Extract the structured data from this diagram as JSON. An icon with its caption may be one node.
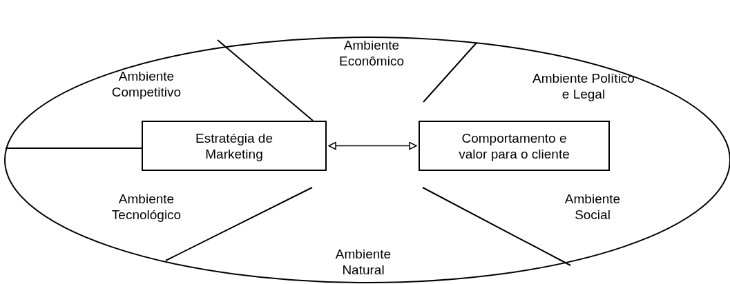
{
  "diagram": {
    "nodes": [
      {
        "text": [
          "Ambiente Econômico",
          "Ambiente Competitivo",
          "Ambiente Político e Legal",
          "Ambiente Tecnológico",
          "Ambiente Social",
          "Ambiente Natural"
        ]
      },
      {
        "text": [
          "Estratégia de Marketing"
        ],
        "in": 0
      },
      {
        "text": [
          "Comportamento e valor para o cliente"
        ],
        "in": 0
      }
    ],
    "edges": [
      {
        "from": 1,
        "to": 2,
        "arrow": "both"
      }
    ]
  }
}
